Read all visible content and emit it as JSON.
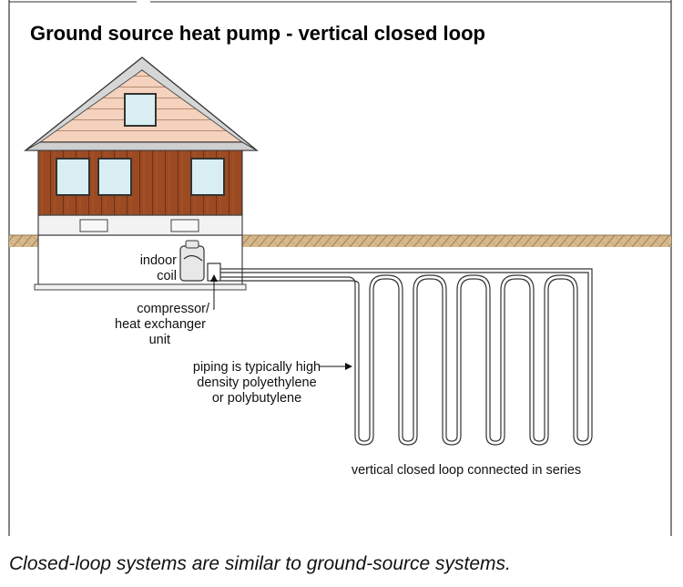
{
  "title": "Ground source heat pump - vertical closed loop",
  "labels": {
    "indoor_coil": [
      "indoor",
      "coil"
    ],
    "compressor": [
      "compressor/",
      "heat exchanger",
      "unit"
    ],
    "piping": [
      "piping is typically high",
      "density polyethylene",
      "or polybutylene"
    ],
    "loop": "vertical closed loop connected in series"
  },
  "caption": "Closed-loop systems are similar to ground-source systems.",
  "colors": {
    "siding": "#9c4a22",
    "roof": "#f4d2bd",
    "ground": "#c9a877",
    "window": "#d8eef2"
  }
}
